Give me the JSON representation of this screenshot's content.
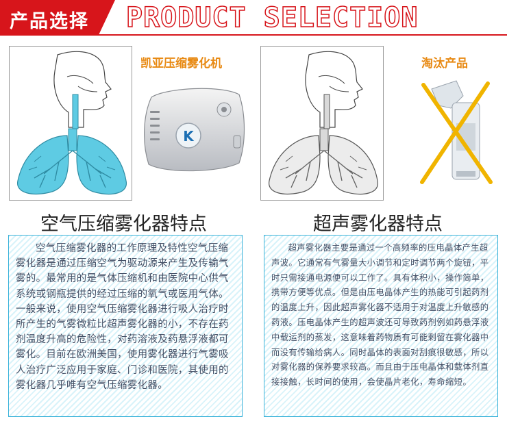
{
  "header": {
    "title_cn": "产品选择",
    "title_en": "PRODUCT SELECTION"
  },
  "left": {
    "product_name": "凯亚压缩雾化机",
    "device_logo": "K",
    "title": "空气压缩雾化器特点",
    "description": "空气压缩雾化器的工作原理及特性空气压缩雾化器是通过压缩空气为驱动源来产生及传输气雾的。最常用的是气体压缩机和由医院中心供气系统或钢瓶提供的经过压缩的氧气或医用气体。一般来说，使用空气压缩雾化器进行吸人治疗时所产生的气雾微粒比超声雾化器的小，不存在药剂温度升高的危险性，对药溶液及药悬浮液都可雾化。目前在欧洲美国，使用雾化器进行气雾吸人治疗广泛应用于家庭、门诊和医院，其使用的雾化器几乎唯有空气压缩雾化器。"
  },
  "right": {
    "product_name": "淘汰产品",
    "title": "超声雾化器特点",
    "description": "超声雾化器主要是通过一个高频率的压电晶体产生超声波。它通常有气雾量大小调节和定时调节两个旋钮，平时只需接通电源便可以工作了。具有体积小，操作简单，携带方便等优点。但是由压电晶体产生的热能可引起药剂的温度上升，因此超声雾化器不适用于对温度上升敏感的药液。压电晶体产生的超声波还可导致药剂例如药悬浮液中载运剂的蒸发，这意味着药物质有可能剩留在雾化器中而没有传输给病人。同时晶体的表面对刮痕很敏感，所以对雾化器的保养要求较高。而且由于压电晶体和载体剂直接接触，长时间的使用，会使晶片老化，寿命缩短。"
  },
  "colors": {
    "header_red": "#d7151b",
    "accent_orange": "#e88a14",
    "lung_blue": "#5ecbe3",
    "panel_border": "#38b2d9",
    "reject_x": "#f0b400"
  },
  "icons": {
    "left_figure": "lungs-respiratory-diagram-blue",
    "right_figure": "lungs-respiratory-diagram-gray",
    "device": "compressor-nebulizer-device",
    "rejected_device": "ultrasonic-nebulizer-crossed-out"
  }
}
